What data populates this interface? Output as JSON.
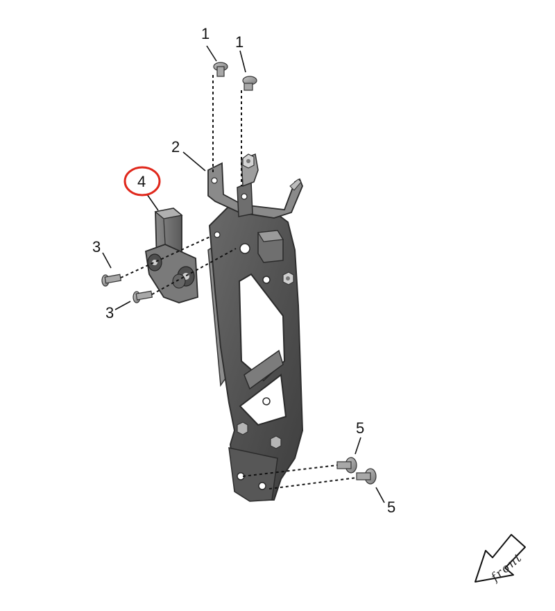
{
  "diagram": {
    "callouts": [
      {
        "id": "1a",
        "label": "1"
      },
      {
        "id": "1b",
        "label": "1"
      },
      {
        "id": "2",
        "label": "2"
      },
      {
        "id": "3a",
        "label": "3"
      },
      {
        "id": "3b",
        "label": "3"
      },
      {
        "id": "4",
        "label": "4",
        "highlighted": true
      },
      {
        "id": "5a",
        "label": "5"
      },
      {
        "id": "5b",
        "label": "5"
      }
    ],
    "direction_label": "front",
    "highlight_color": "#e0271b"
  }
}
